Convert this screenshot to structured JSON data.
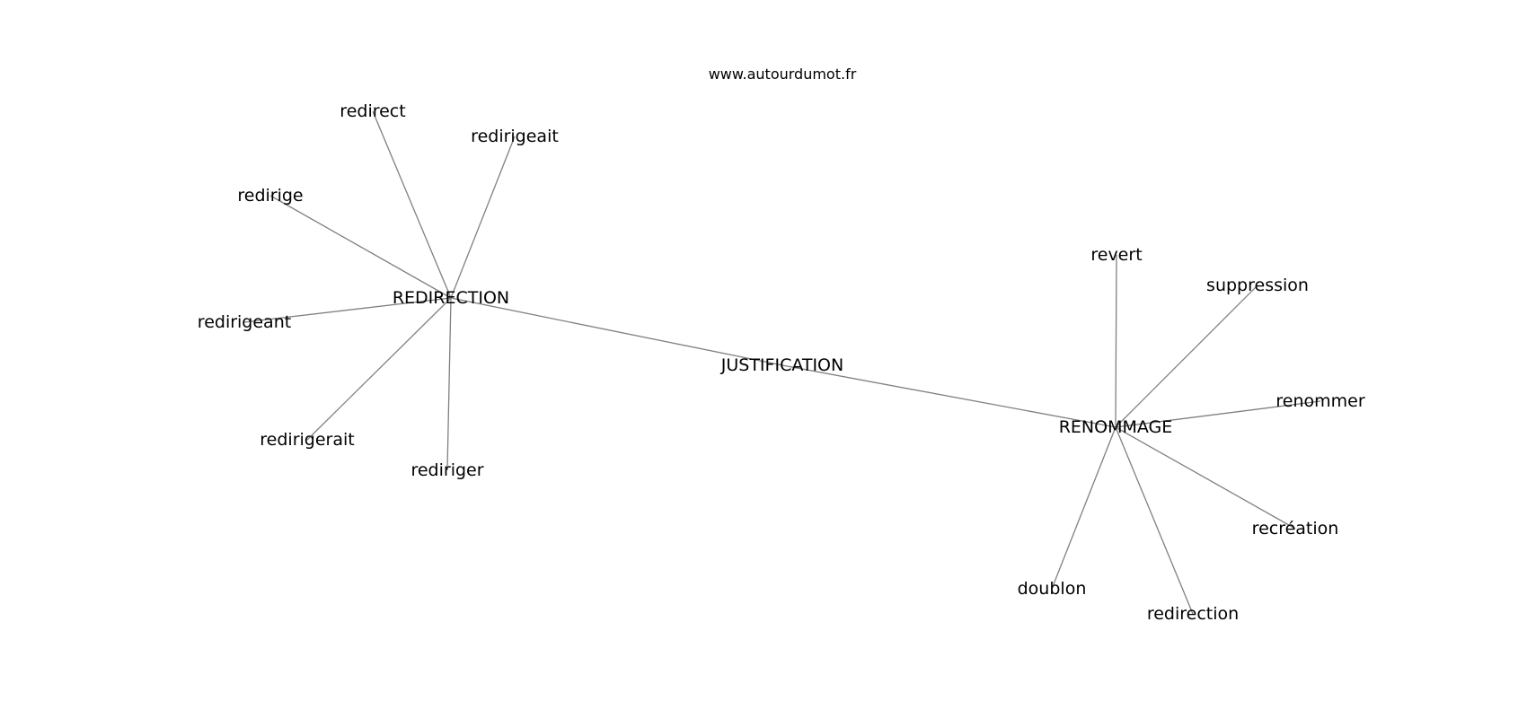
{
  "site": "www.autourdumot.fr",
  "nodes": [
    {
      "id": "justification",
      "label": "JUSTIFICATION"
    },
    {
      "id": "redirection_hub",
      "label": "REDIRECTION"
    },
    {
      "id": "renommage",
      "label": "RENOMMAGE"
    },
    {
      "id": "redirect",
      "label": "redirect"
    },
    {
      "id": "redirigeait",
      "label": "redirigeait"
    },
    {
      "id": "redirige",
      "label": "redirige"
    },
    {
      "id": "redirigeant",
      "label": "redirigeant"
    },
    {
      "id": "redirigerait",
      "label": "redirigerait"
    },
    {
      "id": "rediriger",
      "label": "rediriger"
    },
    {
      "id": "revert",
      "label": "revert"
    },
    {
      "id": "suppression",
      "label": "suppression"
    },
    {
      "id": "renommer",
      "label": "renommer"
    },
    {
      "id": "recreation",
      "label": "recréation"
    },
    {
      "id": "redirection",
      "label": "redirection"
    },
    {
      "id": "doublon",
      "label": "doublon"
    }
  ],
  "edges": [
    [
      "redirection_hub",
      "justification"
    ],
    [
      "justification",
      "renommage"
    ],
    [
      "redirection_hub",
      "redirect"
    ],
    [
      "redirection_hub",
      "redirigeait"
    ],
    [
      "redirection_hub",
      "redirige"
    ],
    [
      "redirection_hub",
      "redirigeant"
    ],
    [
      "redirection_hub",
      "redirigerait"
    ],
    [
      "redirection_hub",
      "rediriger"
    ],
    [
      "renommage",
      "revert"
    ],
    [
      "renommage",
      "suppression"
    ],
    [
      "renommage",
      "renommer"
    ],
    [
      "renommage",
      "recreation"
    ],
    [
      "renommage",
      "redirection"
    ],
    [
      "renommage",
      "doublon"
    ]
  ]
}
